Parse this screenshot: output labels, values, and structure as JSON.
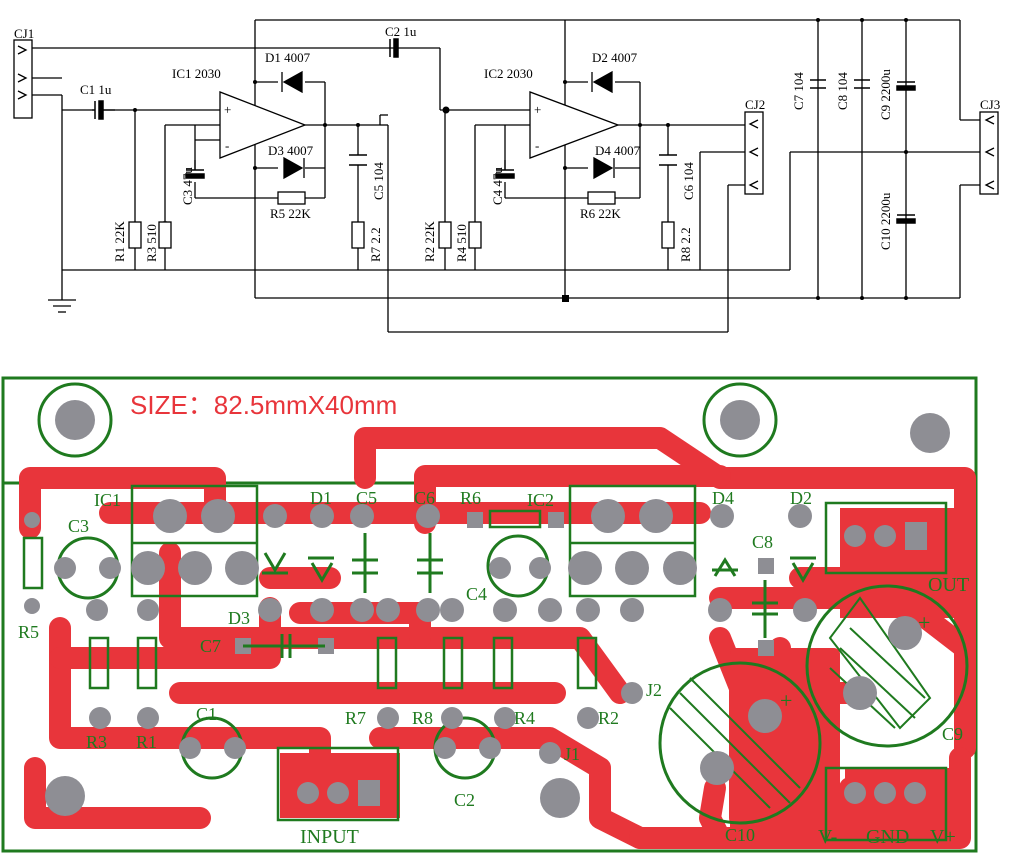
{
  "colors": {
    "copper": "#e8353b",
    "silk": "#1f7a1f",
    "pad": "#8e8e94",
    "wire": "#000000"
  },
  "schematic": {
    "cj1": "CJ1",
    "cj2": "CJ2",
    "cj3": "CJ3",
    "ic1": "IC1 2030",
    "ic2": "IC2 2030",
    "c1": "C1  1u",
    "c2": "C2  1u",
    "d1": "D1  4007",
    "d2": "D2  4007",
    "d3": "D3  4007",
    "d4": "D4  4007",
    "c3": "C3 47u",
    "c4": "C4 47u",
    "r5": "R5  22K",
    "r6": "R6  22K",
    "c5": "C5 104",
    "c6": "C6 104",
    "r7": "R7 2.2",
    "r8": "R8 2.2",
    "r1": "R1 22K",
    "r2": "R2 22K",
    "r3": "R3 510",
    "r4": "R4 510",
    "c7": "C7 104",
    "c8": "C8 104",
    "c9": "C9 2200u",
    "c10": "C10 2200u",
    "plus": "+",
    "minus": "-"
  },
  "pcb": {
    "size": "SIZE：82.5mmX40mm",
    "ic1": "IC1",
    "ic2": "IC2",
    "d1": "D1",
    "d2": "D2",
    "d3": "D3",
    "d4": "D4",
    "c1": "C1",
    "c2": "C2",
    "c3": "C3",
    "c4": "C4",
    "c5": "C5",
    "c6": "C6",
    "c7": "C7",
    "c8": "C8",
    "c9": "C9",
    "c10": "C10",
    "r1": "R1",
    "r2": "R2",
    "r3": "R3",
    "r4": "R4",
    "r5": "R5",
    "r6": "R6",
    "r7": "R7",
    "r8": "R8",
    "j1": "J1",
    "j2": "J2",
    "input": "INPUT",
    "out": "OUT",
    "vminus": "V-",
    "gnd": "GND",
    "vplus": "V+",
    "plus": "+"
  }
}
